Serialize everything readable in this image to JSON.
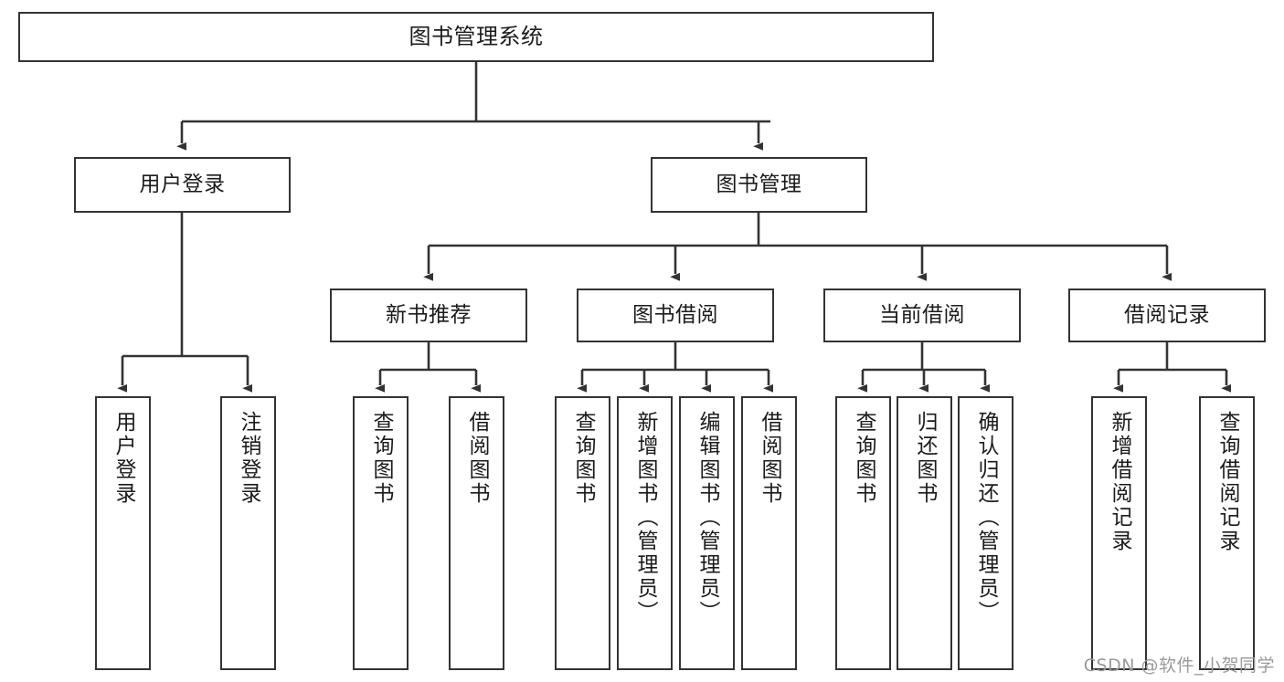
{
  "diagram": {
    "type": "tree",
    "title": "图书管理系统",
    "root": {
      "id": "root",
      "label": "图书管理系统"
    },
    "level2": [
      {
        "id": "user-login",
        "label": "用户登录"
      },
      {
        "id": "book-manage",
        "label": "图书管理"
      }
    ],
    "level3": [
      {
        "id": "new-book-rec",
        "label": "新书推荐",
        "parent": "book-manage"
      },
      {
        "id": "book-borrow",
        "label": "图书借阅",
        "parent": "book-manage"
      },
      {
        "id": "current-borrow",
        "label": "当前借阅",
        "parent": "book-manage"
      },
      {
        "id": "borrow-record",
        "label": "借阅记录",
        "parent": "book-manage"
      }
    ],
    "leaves": [
      {
        "id": "leaf-user-login",
        "label": "用户登录",
        "parent": "user-login"
      },
      {
        "id": "leaf-logout",
        "label": "注销登录",
        "parent": "user-login"
      },
      {
        "id": "leaf-rec-query-book",
        "label": "查询图书",
        "parent": "new-book-rec"
      },
      {
        "id": "leaf-rec-borrow-book",
        "label": "借阅图书",
        "parent": "new-book-rec"
      },
      {
        "id": "leaf-borrow-query-book",
        "label": "查询图书",
        "parent": "book-borrow"
      },
      {
        "id": "leaf-add-book-admin",
        "label": "新增图书（管理员）",
        "parent": "book-borrow"
      },
      {
        "id": "leaf-edit-book-admin",
        "label": "编辑图书（管理员）",
        "parent": "book-borrow"
      },
      {
        "id": "leaf-borrow-book",
        "label": "借阅图书",
        "parent": "book-borrow"
      },
      {
        "id": "leaf-cur-query-book",
        "label": "查询图书",
        "parent": "current-borrow"
      },
      {
        "id": "leaf-return-book",
        "label": "归还图书",
        "parent": "current-borrow"
      },
      {
        "id": "leaf-confirm-return-admin",
        "label": "确认归还（管理员）",
        "parent": "current-borrow"
      },
      {
        "id": "leaf-add-borrow-record",
        "label": "新增借阅记录",
        "parent": "borrow-record"
      },
      {
        "id": "leaf-query-borrow-record",
        "label": "查询借阅记录",
        "parent": "borrow-record"
      }
    ],
    "colors": {
      "border": "#333333",
      "text": "#1b1b1b",
      "background": "#ffffff",
      "watermark": "#9a9a9a"
    }
  },
  "watermark": {
    "text": "CSDN @软件_小贺同学"
  }
}
